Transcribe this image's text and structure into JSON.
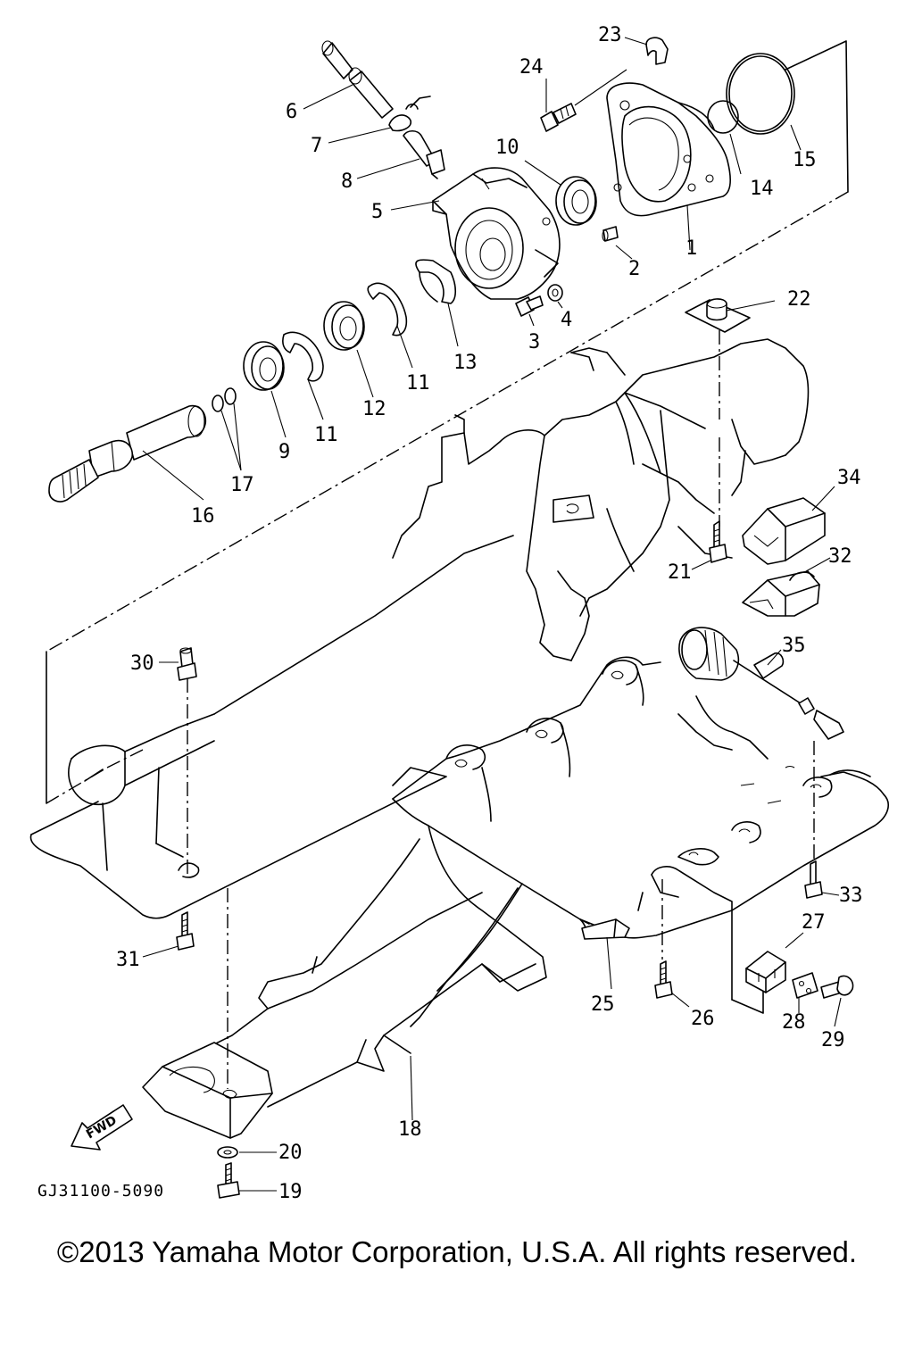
{
  "diagram": {
    "callouts": [
      "1",
      "2",
      "3",
      "4",
      "5",
      "6",
      "7",
      "8",
      "9",
      "10",
      "11",
      "11",
      "12",
      "13",
      "14",
      "15",
      "16",
      "17",
      "18",
      "19",
      "20",
      "21",
      "22",
      "23",
      "24",
      "25",
      "26",
      "27",
      "28",
      "29",
      "30",
      "31",
      "32",
      "33",
      "34",
      "35"
    ],
    "fwd_label": "FWD",
    "drawing_code": "GJ31100-5090"
  },
  "footer": {
    "copyright": "©2013 Yamaha Motor Corporation, U.S.A. All rights reserved."
  }
}
